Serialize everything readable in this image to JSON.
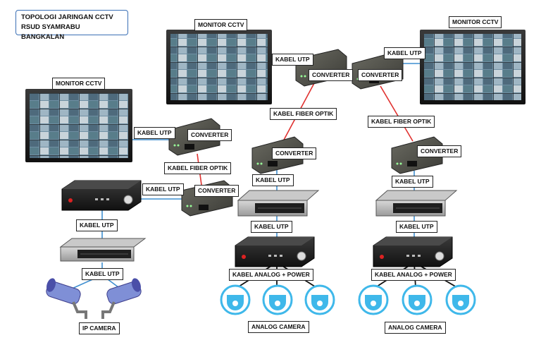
{
  "title": {
    "line1": "TOPOLOGI JARINGAN CCTV",
    "line2": "RSUD SYAMRABU BANGKALAN"
  },
  "labels": {
    "monitor_left": "MONITOR CCTV",
    "monitor_center": "MONITOR CCTV",
    "monitor_right": "MONITOR CCTV",
    "utp_left_monitor": "KABEL UTP",
    "utp_center_monitor": "KABEL UTP",
    "utp_right_monitor": "KABEL UTP",
    "conv_left_top": "CONVERTER",
    "conv_center_top": "CONVERTER",
    "conv_right_top": "CONVERTER",
    "fiber_left": "KABEL FIBER OPTIK",
    "fiber_center": "KABEL FIBER OPTIK",
    "fiber_right": "KABEL FIBER OPTIK",
    "utp_nvr_left": "KABEL UTP",
    "conv_left_bottom": "CONVERTER",
    "conv_center_bottom": "CONVERTER",
    "conv_right_bottom": "CONVERTER",
    "utp_conv_switch_center": "KABEL UTP",
    "utp_conv_switch_right": "KABEL UTP",
    "utp_nvr_switch_left": "KABEL UTP",
    "utp_switch_dvr_center": "KABEL UTP",
    "utp_switch_dvr_right": "KABEL UTP",
    "utp_switch_cam_left": "KABEL UTP",
    "analog_power_center": "KABEL ANALOG + POWER",
    "analog_power_right": "KABEL ANALOG + POWER",
    "ip_camera": "IP CAMERA",
    "analog_camera_center": "ANALOG CAMERA",
    "analog_camera_right": "ANALOG CAMERA"
  },
  "colors": {
    "utp_cable": "#3f8fd0",
    "fiber_cable": "#e0312f",
    "analog_cable": "#111111",
    "camera_ring": "#3fb8ea",
    "title_border": "#3a6fb5"
  }
}
